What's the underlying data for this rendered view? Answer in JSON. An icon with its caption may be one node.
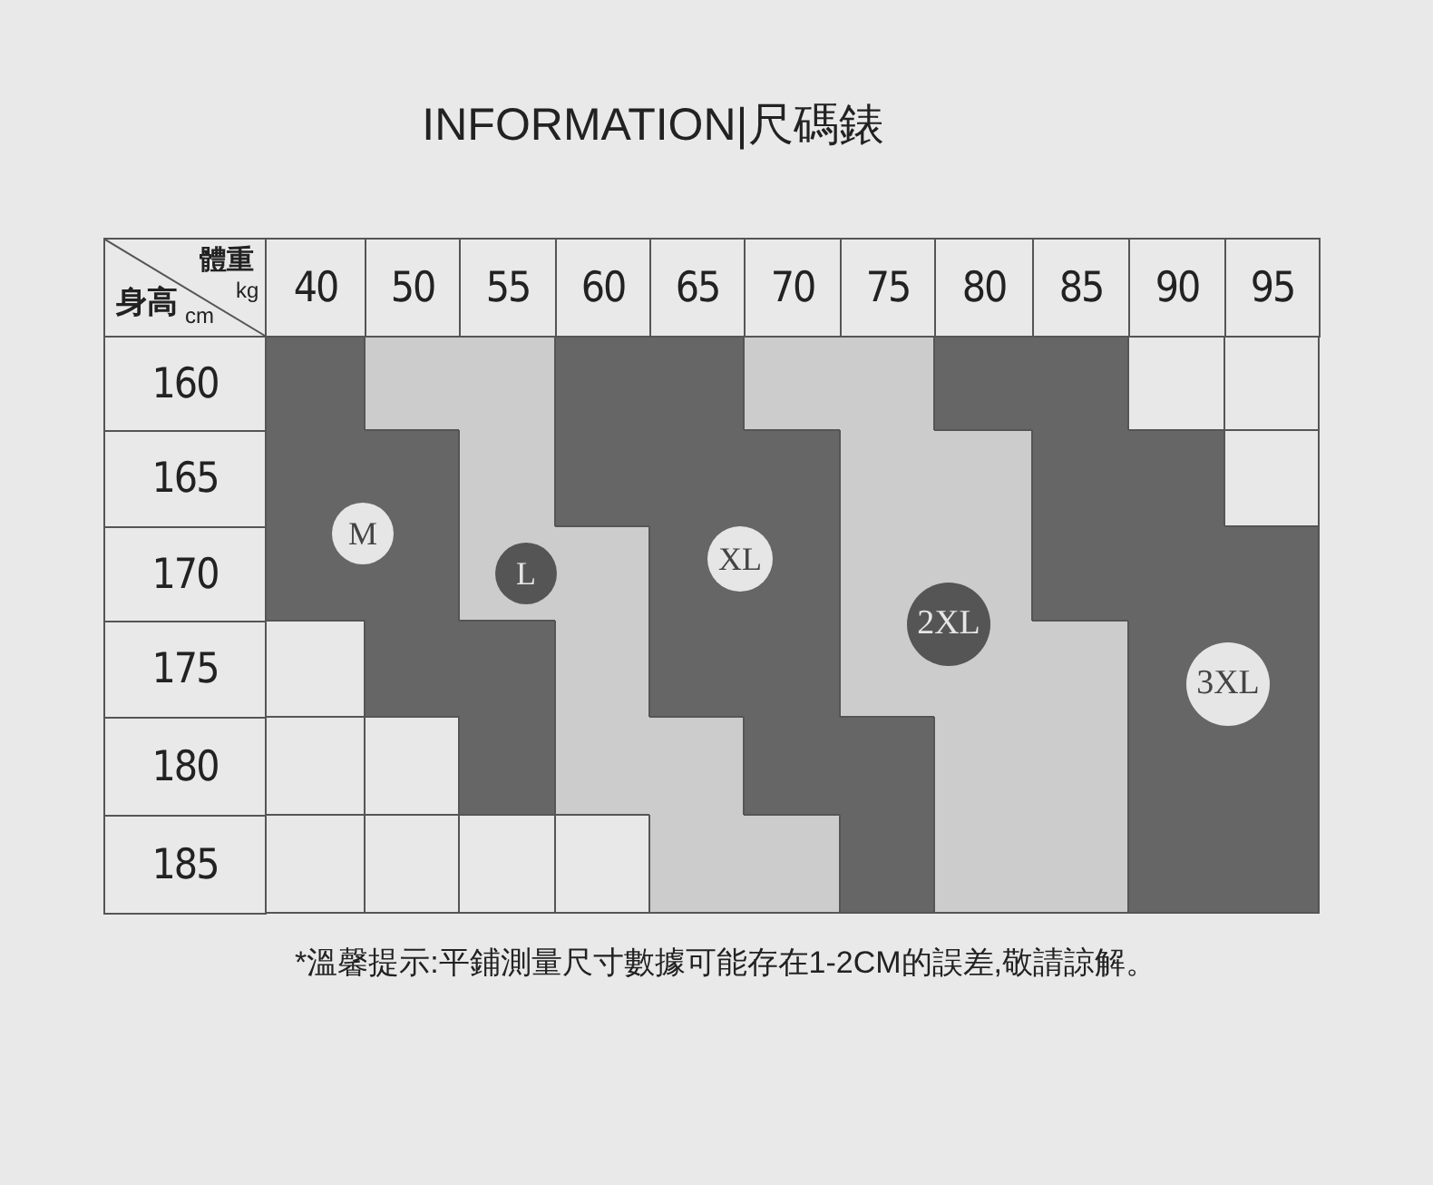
{
  "diagram": {
    "title": "INFORMATION|尺碼錶",
    "caption": "*溫馨提示:平鋪測量尺寸數據可能存在1-2CM的誤差,敬請諒解。",
    "nodes": [
      {
        "text": [
          "M"
        ]
      },
      {
        "text": [
          "L"
        ]
      },
      {
        "text": [
          "XL"
        ]
      },
      {
        "text": [
          "2XL"
        ]
      },
      {
        "text": [
          "3XL"
        ]
      }
    ],
    "labels": [
      "體重",
      "kg",
      "身高",
      "cm",
      "40",
      "50",
      "55",
      "60",
      "65",
      "70",
      "75",
      "80",
      "85",
      "90",
      "95",
      "160",
      "165",
      "170",
      "175",
      "180",
      "185"
    ]
  }
}
